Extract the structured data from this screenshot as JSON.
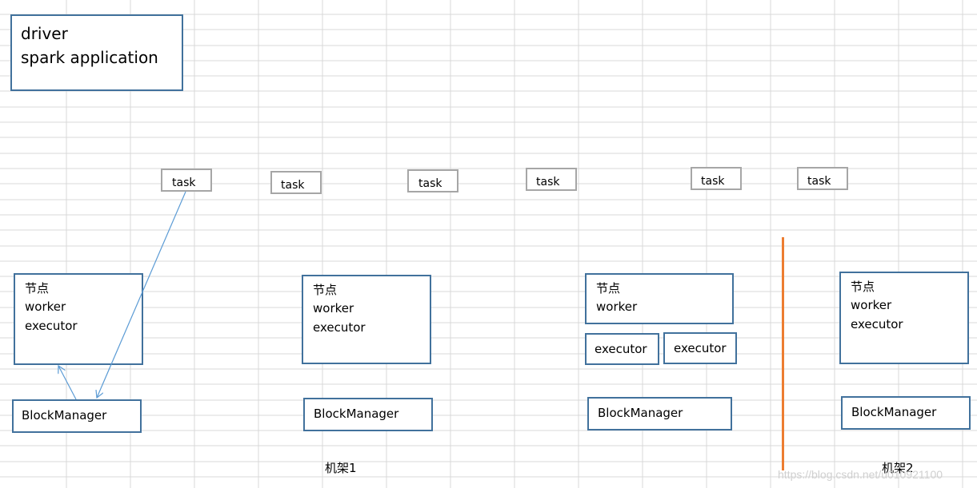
{
  "driver_box": {
    "line1": "driver",
    "line2": "spark application"
  },
  "tasks": [
    "task",
    "task",
    "task",
    "task",
    "task",
    "task"
  ],
  "nodes": [
    {
      "line1": "节点",
      "line2": "worker",
      "line3": "executor"
    },
    {
      "line1": "节点",
      "line2": "worker",
      "line3": "executor"
    },
    {
      "line1": "节点",
      "line2": "worker"
    },
    {
      "line1": "节点",
      "line2": "worker",
      "line3": "executor"
    }
  ],
  "executors": [
    "executor",
    "executor"
  ],
  "block_managers": [
    "BlockManager",
    "BlockManager",
    "BlockManager",
    "BlockManager"
  ],
  "racks": [
    "机架1",
    "机架2"
  ],
  "watermark": "https://blog.csdn.net/u010921100",
  "colors": {
    "box_border": "#41719c",
    "task_border": "#a6a6a6",
    "arrow": "#5b9bd5",
    "divider": "#ed7d31",
    "grid": "#d9d9d9"
  }
}
